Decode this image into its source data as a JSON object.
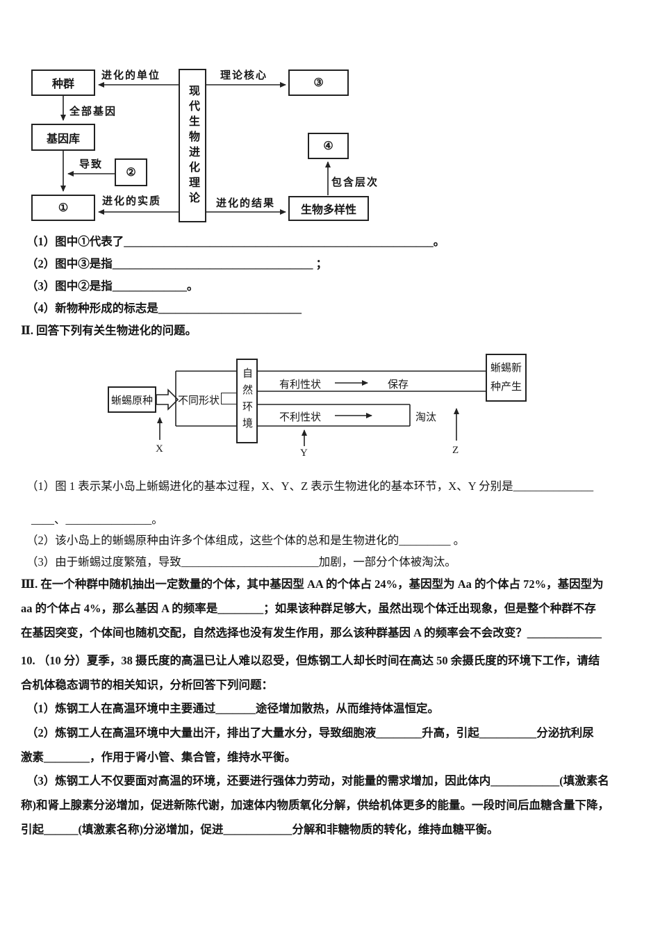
{
  "diagram1": {
    "population": "种群",
    "label_unit": "进化的单位",
    "center_box": "现代生物进化理论",
    "label_core": "理论核心",
    "num3": "③",
    "label_all_genes": "全部基因",
    "gene_pool": "基因库",
    "label_cause": "导致",
    "num2": "②",
    "num1": "①",
    "label_essence": "进化的实质",
    "label_result": "进化的结果",
    "biodiversity": "生物多样性",
    "num4": "④",
    "label_levels": "包含层次"
  },
  "q9": {
    "item1": "（1）图中①代表了______________________________________________________。",
    "item2": "（2）图中③是指___________________________________ ；",
    "item3": "（3）图中②是指_____________。",
    "item4": "（4）新物种形成的标志是_________________________"
  },
  "section2": {
    "heading": "Ⅱ. 回答下列有关生物进化的问题。",
    "diagram": {
      "origin": "蜥蜴原种",
      "shapes": "不同形状",
      "nature": "自然环境",
      "favorable": "有利性状",
      "preserved": "保存",
      "unfavorable": "不利性状",
      "eliminated": "淘汰",
      "new_species": "蜥蜴新种产生",
      "x_label": "X",
      "y_label": "Y",
      "z_label": "Z"
    },
    "q1_line1": "（1）图 1 表示某小岛上蜥蜴进化的基本过程，X、Y、Z 表示生物进化的基本环节，X、Y 分别是______________",
    "q1_line2": "____、_______________。",
    "q2": "（2）该小岛上的蜥蜴原种由许多个体组成，这些个体的总和是生物进化的_________ 。",
    "q3": "（3）由于蜥蜴过度繁殖，导致________________________加剧，一部分个体被淘汰。"
  },
  "section3": {
    "line1": "Ⅲ. 在一个种群中随机抽出一定数量的个体，其中基因型 AA 的个体占 24%，基因型为 Aa 的个体占 72%，基因型为",
    "line2": "aa 的个体占 4%，那么基因 A 的频率是________；如果该种群足够大，虽然出现个体迁出现象，但是整个种群不存",
    "line3": "在基因突变，个体间也随机交配，自然选择也没有发生作用，那么该种群基因 A 的频率会不会改变？_____________"
  },
  "q10": {
    "line1": "10. （10 分）夏季，38 摄氏度的高温已让人难以忍受，但炼钢工人却长时间在高达 50 余摄氏度的环境下工作，请结",
    "line2": "合机体稳态调节的相关知识，分析回答下列问题：",
    "item1": "（1）炼钢工人在高温环境中主要通过_______途径增加散热，从而维持体温恒定。",
    "item2_line1": "（2）炼钢工人在高温环境中大量出汗，排出了大量水分，导致细胞液________升高，引起__________分泌抗利尿",
    "item2_line2": "激素________，作用于肾小管、集合管，维持水平衡。",
    "item3_line1": "（3）炼钢工人不仅要面对高温的环境，还要进行强体力劳动，对能量的需求增加，因此体内____________(填激素名",
    "item3_line2": "称)和肾上腺素分泌增加，促进新陈代谢，加速体内物质氧化分解，供给机体更多的能量。一段时间后血糖含量下降，",
    "item3_line3": "引起______(填激素名称)分泌增加，促进____________分解和非糖物质的转化，维持血糖平衡。"
  }
}
